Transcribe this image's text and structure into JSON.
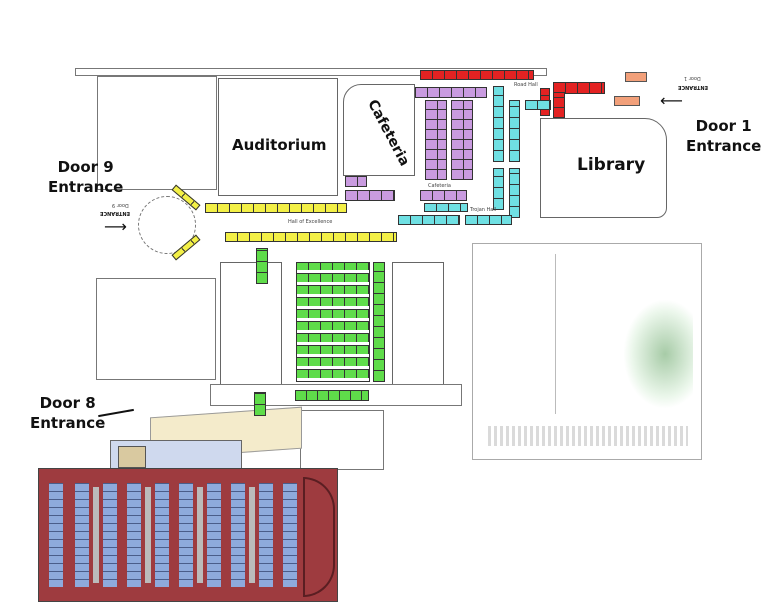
{
  "map": {
    "rooms": {
      "auditorium": "Auditorium",
      "cafeteria": "Cafeteria",
      "library": "Library"
    },
    "entrances": {
      "door9": {
        "line1": "Door 9",
        "line2": "Entrance",
        "sign_door": "Door 9",
        "sign_entrance": "ENTRANCE"
      },
      "door1": {
        "line1": "Door 1",
        "line2": "Entrance",
        "sign_door": "Door 1",
        "sign_entrance": "ENTRANCE"
      },
      "door8": {
        "line1": "Door 8",
        "line2": "Entrance"
      }
    },
    "halls": {
      "hall_of_excellence": "Hall of Excellence",
      "cafeteria_small": "Cafeteria",
      "trojan_hall": "Trojan Hall",
      "road_hall": "Road Hall"
    },
    "zone_colors": {
      "purple": "#c99be0",
      "cyan": "#6fe0e3",
      "red": "#e32222",
      "salmon": "#f2a07a",
      "yellow": "#f3f046",
      "green": "#5fdc4a",
      "fieldhouse": "#9e3b3f",
      "fieldhouse_booths": "#8eaadc"
    }
  }
}
